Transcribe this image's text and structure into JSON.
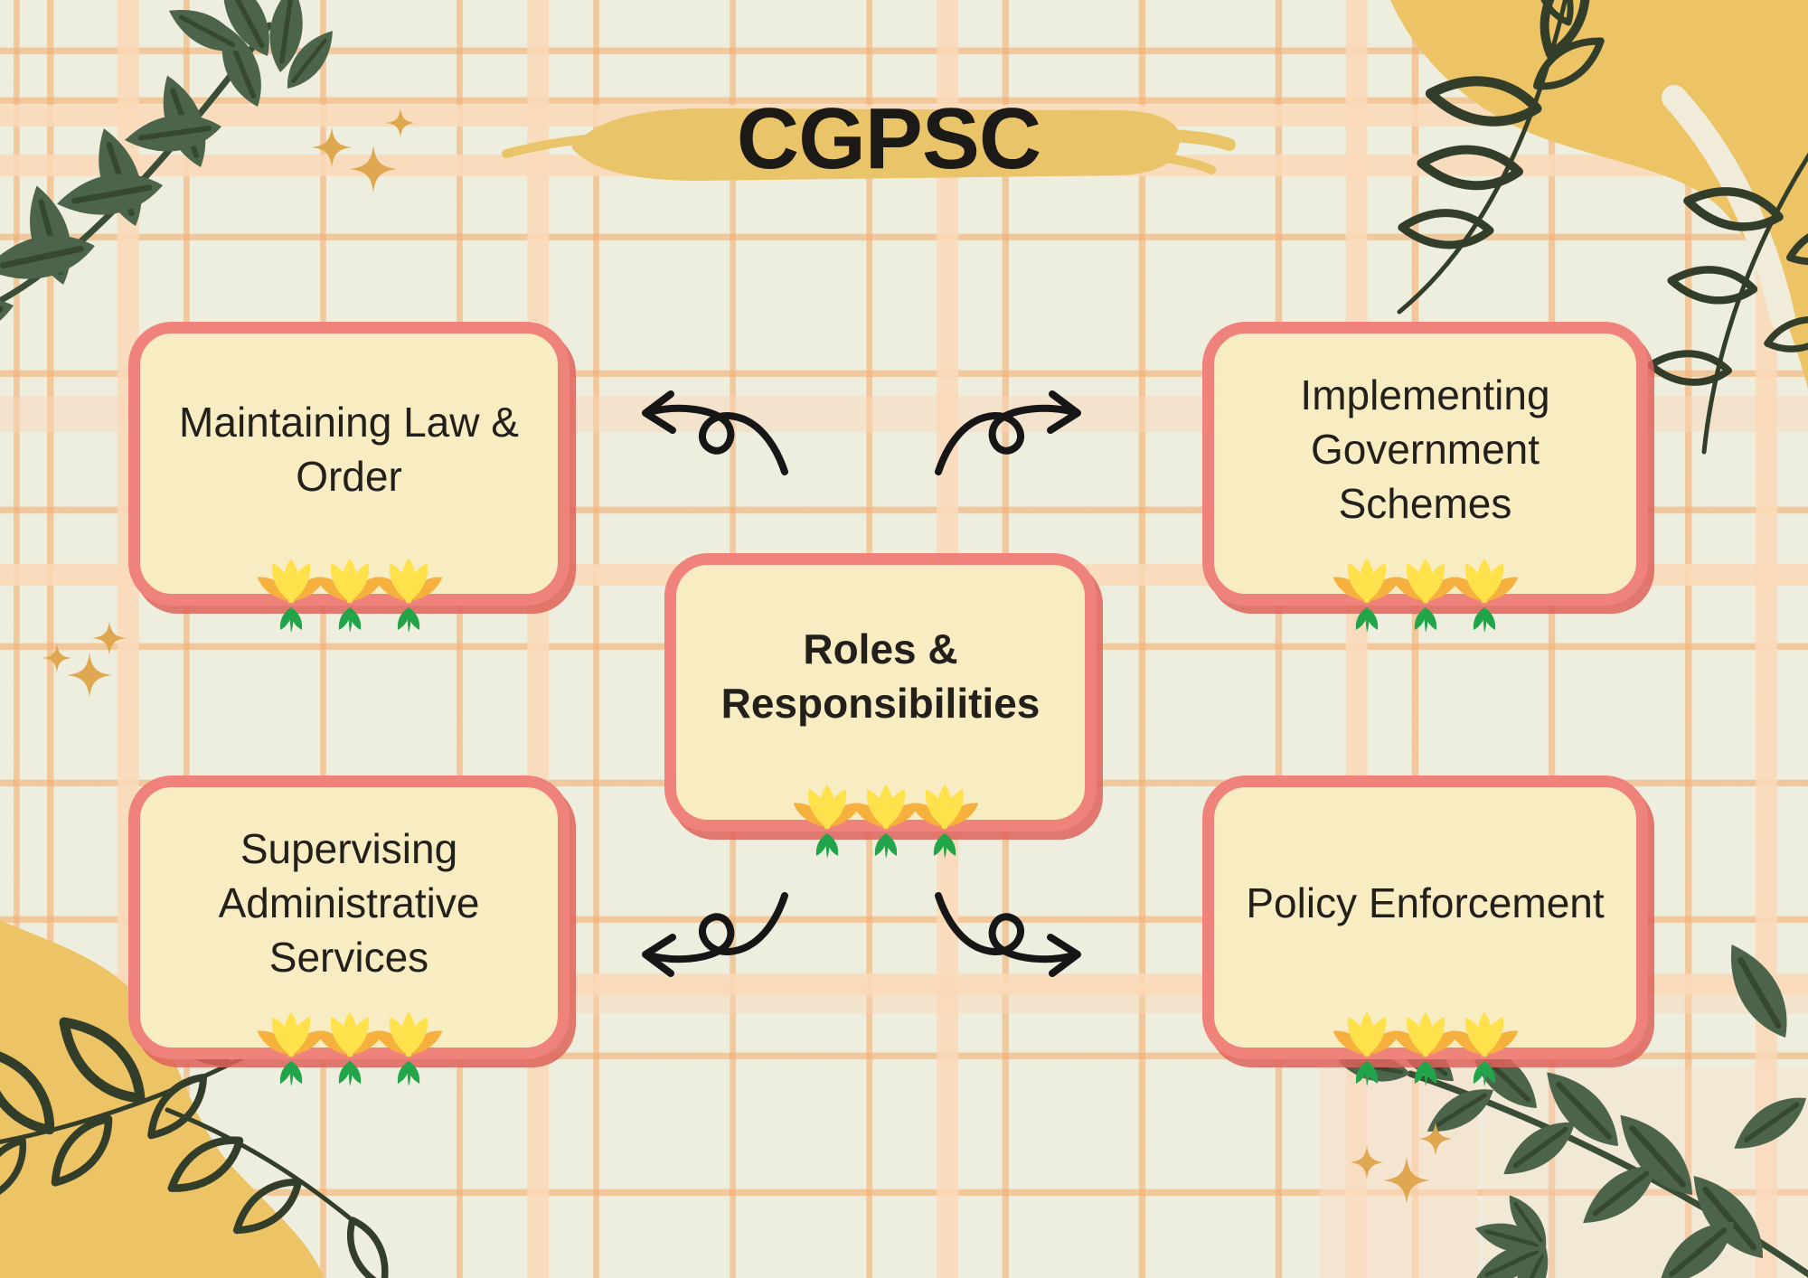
{
  "title": {
    "text": "CGPSC",
    "highlight_color": "#e9c469",
    "text_color": "#1c1a17"
  },
  "diagram": {
    "center": {
      "label": "Roles & Responsibilities"
    },
    "nodes": [
      {
        "position": "top-left",
        "label": "Maintaining Law & Order"
      },
      {
        "position": "top-right",
        "label": "Implementing Government Schemes"
      },
      {
        "position": "bottom-left",
        "label": "Supervising Administrative Services"
      },
      {
        "position": "bottom-right",
        "label": "Policy Enforcement"
      }
    ],
    "box_style": {
      "fill": "#f8ecc2",
      "border": "#ef827b",
      "shadow": "#de635c",
      "text": "#23201c"
    },
    "arrow_color": "#161616",
    "arrow_style": "hand-drawn curl with loop"
  },
  "decor": {
    "background_color": "#edeede",
    "grid_color": "#f3b278",
    "blob_color": "#ecc365",
    "leaf_fill_color": "#4c644a",
    "leaf_outline_color": "#323d2a",
    "sparkle_color": "#dfa850",
    "flower_colors": {
      "petal_yellow": "#ffe14b",
      "petal_orange": "#f6b03e",
      "sprout_green": "#22a44b"
    },
    "icons": [
      "leaf-branch-icon",
      "sparkle-icon",
      "flower-icon",
      "curl-arrow-icon",
      "brush-stroke-icon"
    ]
  }
}
